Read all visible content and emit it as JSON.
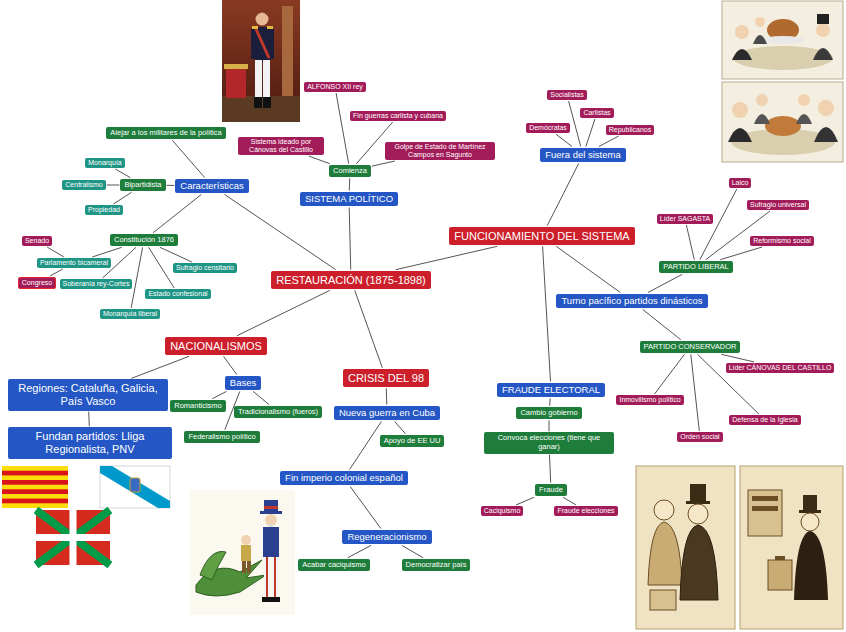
{
  "diagram": {
    "nodes": [
      {
        "text": [
          "RESTAURACIÓN (1875-1898)"
        ]
      },
      {
        "text": [
          "SISTEMA POLÍTICO"
        ]
      },
      {
        "text": [
          "Comienza"
        ]
      },
      {
        "text": [
          "ALFONSO XII rey"
        ]
      },
      {
        "text": [
          "Fin guerras carlista y cubana"
        ]
      },
      {
        "text": [
          "Sistema ideado por Cánovas del Castillo"
        ]
      },
      {
        "text": [
          "Golpe de Estado de Martínez Campos en Sagunto"
        ]
      },
      {
        "text": [
          "Características"
        ]
      },
      {
        "text": [
          "Alejar a los militares de la política"
        ]
      },
      {
        "text": [
          "Bipartidista"
        ]
      },
      {
        "text": [
          "Monarquía"
        ]
      },
      {
        "text": [
          "Centralismo"
        ]
      },
      {
        "text": [
          "Propiedad"
        ]
      },
      {
        "text": [
          "Constitución 1876"
        ]
      },
      {
        "text": [
          "Parlamento bicameral"
        ]
      },
      {
        "text": [
          "Senado"
        ]
      },
      {
        "text": [
          "Congreso"
        ]
      },
      {
        "text": [
          "Soberanía rey-Cortes"
        ]
      },
      {
        "text": [
          "Sufragio censitario"
        ]
      },
      {
        "text": [
          "Estado confesional"
        ]
      },
      {
        "text": [
          "Monarquía liberal"
        ]
      },
      {
        "text": [
          "FUNCIONAMIENTO DEL SISTEMA"
        ]
      },
      {
        "text": [
          "Fuera del sistema"
        ]
      },
      {
        "text": [
          "Socialistas"
        ]
      },
      {
        "text": [
          "Carlistas"
        ]
      },
      {
        "text": [
          "Demócratas"
        ]
      },
      {
        "text": [
          "Republicanos"
        ]
      },
      {
        "text": [
          "Turno pacífico partidos dinásticos"
        ]
      },
      {
        "text": [
          "PARTIDO LIBERAL"
        ]
      },
      {
        "text": [
          "Laico"
        ]
      },
      {
        "text": [
          "Líder SAGASTA"
        ]
      },
      {
        "text": [
          "Sufragio universal"
        ]
      },
      {
        "text": [
          "Reformismo social"
        ]
      },
      {
        "text": [
          "PARTIDO CONSERVADOR"
        ]
      },
      {
        "text": [
          "Inmovilismo político"
        ]
      },
      {
        "text": [
          "Líder CÁNOVAS DEL CASTILLO"
        ]
      },
      {
        "text": [
          "Defensa de la Iglesia"
        ]
      },
      {
        "text": [
          "Orden social"
        ]
      },
      {
        "text": [
          "FRAUDE ELECTORAL"
        ]
      },
      {
        "text": [
          "Cambio gobierno"
        ]
      },
      {
        "text": [
          "Convoca elecciones (tiene que ganar)"
        ]
      },
      {
        "text": [
          "Fraude"
        ]
      },
      {
        "text": [
          "Caciquismo"
        ]
      },
      {
        "text": [
          "Fraude elecciones"
        ]
      },
      {
        "text": [
          "CRISIS DEL 98"
        ]
      },
      {
        "text": [
          "Nueva guerra en Cuba"
        ]
      },
      {
        "text": [
          "Apoyo de EE UU"
        ]
      },
      {
        "text": [
          "Fin imperio colonial español"
        ]
      },
      {
        "text": [
          "Regeneracionismo"
        ]
      },
      {
        "text": [
          "Acabar caciquismo"
        ]
      },
      {
        "text": [
          "Democratizar país"
        ]
      },
      {
        "text": [
          "NACIONALISMOS"
        ]
      },
      {
        "text": [
          "Bases"
        ]
      },
      {
        "text": [
          "Romanticismo"
        ]
      },
      {
        "text": [
          "Tradicionalismo (fueros)"
        ]
      },
      {
        "text": [
          "Federalismo político"
        ]
      },
      {
        "text": [
          "Regiones: Cataluña, Galicia, País Vasco"
        ]
      },
      {
        "text": [
          "Fundan partidos: Lliga Regionalista, PNV"
        ]
      }
    ],
    "edges": [
      {
        "from": 0,
        "to": 1,
        "arrow": "none"
      },
      {
        "from": 1,
        "to": 2,
        "arrow": "none"
      },
      {
        "from": 2,
        "to": 3,
        "arrow": "none"
      },
      {
        "from": 2,
        "to": 4,
        "arrow": "none"
      },
      {
        "from": 2,
        "to": 5,
        "arrow": "none"
      },
      {
        "from": 2,
        "to": 6,
        "arrow": "none"
      },
      {
        "from": 0,
        "to": 7,
        "arrow": "none"
      },
      {
        "from": 7,
        "to": 8,
        "arrow": "none"
      },
      {
        "from": 7,
        "to": 9,
        "arrow": "none"
      },
      {
        "from": 9,
        "to": 10,
        "arrow": "none"
      },
      {
        "from": 9,
        "to": 11,
        "arrow": "none"
      },
      {
        "from": 9,
        "to": 12,
        "arrow": "none"
      },
      {
        "from": 7,
        "to": 13,
        "arrow": "none"
      },
      {
        "from": 13,
        "to": 14,
        "arrow": "none"
      },
      {
        "from": 14,
        "to": 15,
        "arrow": "none"
      },
      {
        "from": 14,
        "to": 16,
        "arrow": "none"
      },
      {
        "from": 13,
        "to": 17,
        "arrow": "none"
      },
      {
        "from": 13,
        "to": 18,
        "arrow": "none"
      },
      {
        "from": 13,
        "to": 19,
        "arrow": "none"
      },
      {
        "from": 13,
        "to": 20,
        "arrow": "none"
      },
      {
        "from": 0,
        "to": 21,
        "arrow": "none"
      },
      {
        "from": 21,
        "to": 22,
        "arrow": "none"
      },
      {
        "from": 22,
        "to": 23,
        "arrow": "none"
      },
      {
        "from": 22,
        "to": 24,
        "arrow": "none"
      },
      {
        "from": 22,
        "to": 25,
        "arrow": "none"
      },
      {
        "from": 22,
        "to": 26,
        "arrow": "none"
      },
      {
        "from": 21,
        "to": 27,
        "arrow": "none"
      },
      {
        "from": 27,
        "to": 28,
        "arrow": "none"
      },
      {
        "from": 28,
        "to": 29,
        "arrow": "none"
      },
      {
        "from": 28,
        "to": 30,
        "arrow": "none"
      },
      {
        "from": 28,
        "to": 31,
        "arrow": "none"
      },
      {
        "from": 28,
        "to": 32,
        "arrow": "none"
      },
      {
        "from": 27,
        "to": 33,
        "arrow": "none"
      },
      {
        "from": 33,
        "to": 34,
        "arrow": "none"
      },
      {
        "from": 33,
        "to": 35,
        "arrow": "none"
      },
      {
        "from": 33,
        "to": 36,
        "arrow": "none"
      },
      {
        "from": 33,
        "to": 37,
        "arrow": "none"
      },
      {
        "from": 21,
        "to": 38,
        "arrow": "none"
      },
      {
        "from": 38,
        "to": 39,
        "arrow": "none"
      },
      {
        "from": 39,
        "to": 40,
        "arrow": "none"
      },
      {
        "from": 40,
        "to": 41,
        "arrow": "none"
      },
      {
        "from": 41,
        "to": 42,
        "arrow": "none"
      },
      {
        "from": 41,
        "to": 43,
        "arrow": "none"
      },
      {
        "from": 0,
        "to": 44,
        "arrow": "none"
      },
      {
        "from": 44,
        "to": 45,
        "arrow": "none"
      },
      {
        "from": 45,
        "to": 46,
        "arrow": "none"
      },
      {
        "from": 45,
        "to": 47,
        "arrow": "none"
      },
      {
        "from": 47,
        "to": 48,
        "arrow": "none"
      },
      {
        "from": 48,
        "to": 49,
        "arrow": "none"
      },
      {
        "from": 48,
        "to": 50,
        "arrow": "none"
      },
      {
        "from": 0,
        "to": 51,
        "arrow": "none"
      },
      {
        "from": 51,
        "to": 52,
        "arrow": "none"
      },
      {
        "from": 52,
        "to": 53,
        "arrow": "none"
      },
      {
        "from": 52,
        "to": 54,
        "arrow": "none"
      },
      {
        "from": 52,
        "to": 55,
        "arrow": "none"
      },
      {
        "from": 51,
        "to": 56,
        "arrow": "none"
      },
      {
        "from": 56,
        "to": 57,
        "arrow": "none"
      }
    ]
  }
}
